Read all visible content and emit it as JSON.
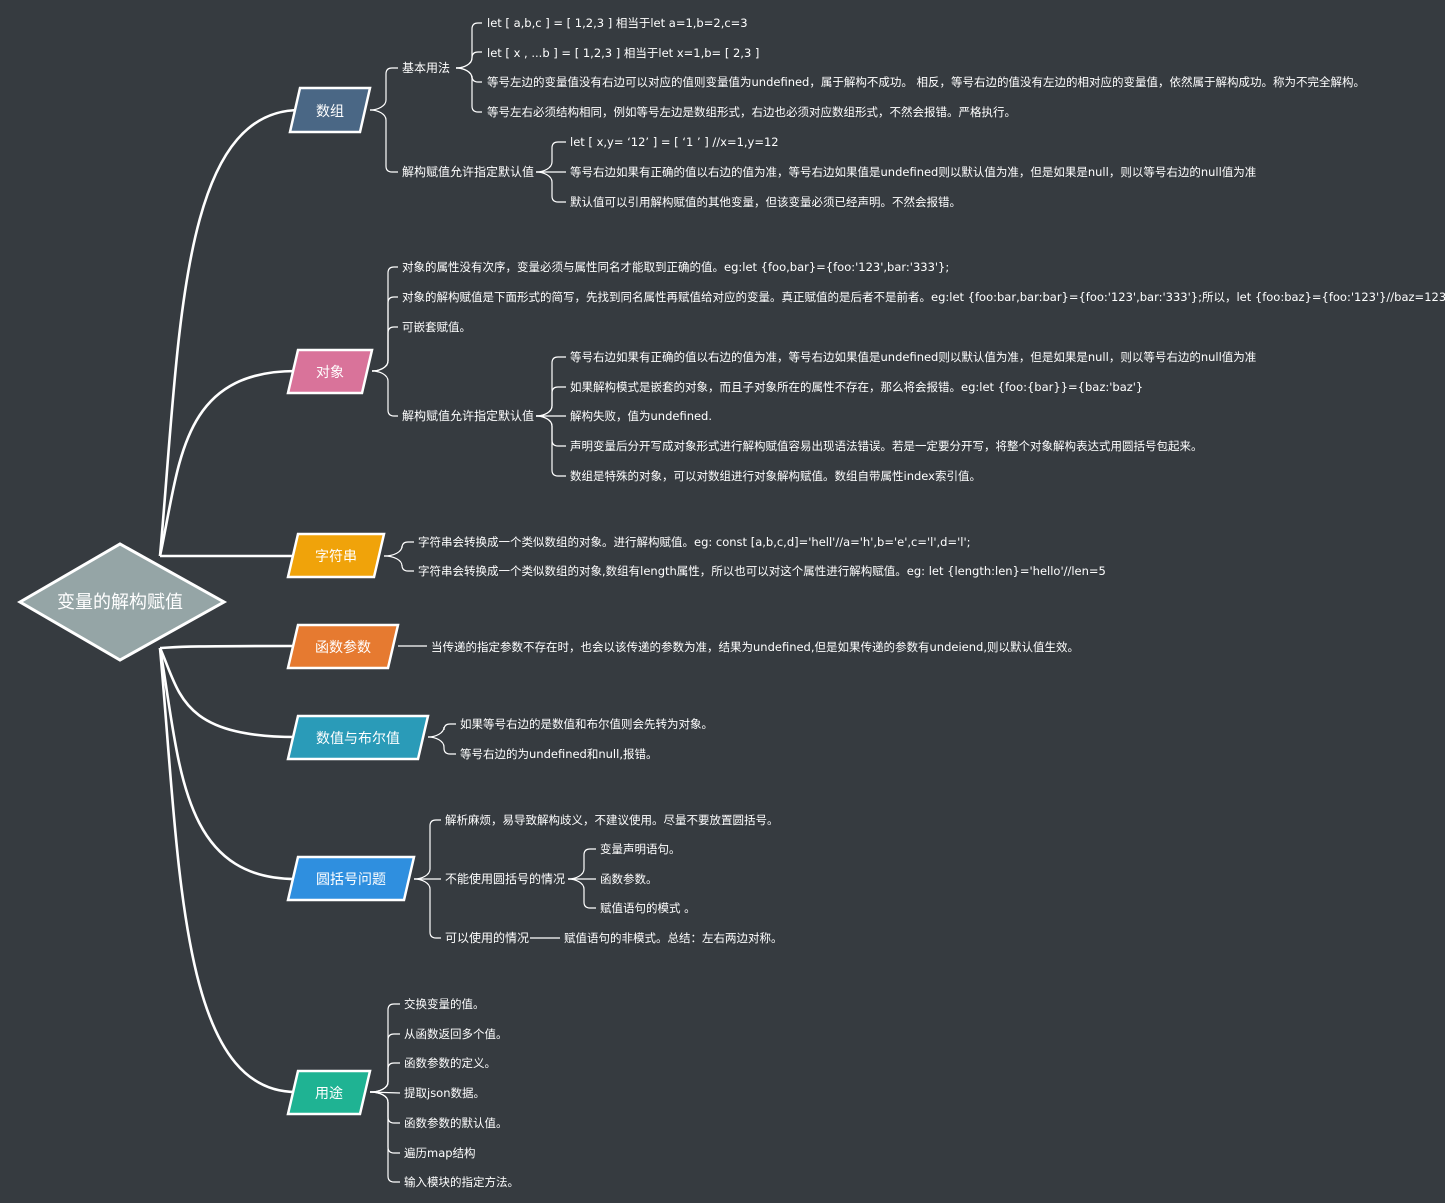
{
  "root": {
    "label": "变量的解构赋值",
    "color": "#95a5a6"
  },
  "branches": [
    {
      "id": "array",
      "label": "数组",
      "color": "#4a6785",
      "groups": [
        {
          "label": "基本用法",
          "items": [
            "let  [ a,b,c ] = [ 1,2,3  ] 相当于let a=1,b=2,c=3",
            "let  [ x , ...b ] = [ 1,2,3  ] 相当于let x=1,b= [ 2,3 ]",
            "等号左边的变量值没有右边可以对应的值则变量值为undefined，属于解构不成功。 相反，等号右边的值没有左边的相对应的变量值，依然属于解构成功。称为不完全解构。",
            "等号左右必须结构相同，例如等号左边是数组形式，右边也必须对应数组形式，不然会报错。严格执行。"
          ]
        },
        {
          "label": "解构赋值允许指定默认值",
          "items": [
            "let  [ x,y=  ‘12’   ] = [   ‘1 ’   ] //x=1,y=12",
            "等号右边如果有正确的值以右边的值为准，等号右边如果值是undefined则以默认值为准，但是如果是null，则以等号右边的null值为准",
            "默认值可以引用解构赋值的其他变量，但该变量必须已经声明。不然会报错。"
          ]
        }
      ]
    },
    {
      "id": "object",
      "label": "对象",
      "color": "#d9739a",
      "items": [
        "对象的属性没有次序，变量必须与属性同名才能取到正确的值。eg:let {foo,bar}={foo:'123',bar:'333'};",
        "对象的解构赋值是下面形式的简写，先找到同名属性再赋值给对应的变量。真正赋值的是后者不是前者。eg:let {foo:bar,bar:bar}={foo:'123',bar:'333'};所以，let {foo:baz}={foo:'123'}//baz=123",
        "可嵌套赋值。"
      ],
      "groups": [
        {
          "label": "解构赋值允许指定默认值",
          "items": [
            "等号右边如果有正确的值以右边的值为准，等号右边如果值是undefined则以默认值为准，但是如果是null，则以等号右边的null值为准",
            "如果解构模式是嵌套的对象，而且子对象所在的属性不存在，那么将会报错。eg:let {foo:{bar}}={baz:'baz'}",
            "解构失败，值为undefined.",
            "声明变量后分开写成对象形式进行解构赋值容易出现语法错误。若是一定要分开写，将整个对象解构表达式用圆括号包起来。",
            "数组是特殊的对象，可以对数组进行对象解构赋值。数组自带属性index索引值。"
          ]
        }
      ]
    },
    {
      "id": "string",
      "label": "字符串",
      "color": "#f0a30a",
      "items": [
        "字符串会转换成一个类似数组的对象。进行解构赋值。eg: const [a,b,c,d]='hell'//a='h',b='e',c='l',d='l';",
        "字符串会转换成一个类似数组的对象,数组有length属性，所以也可以对这个属性进行解构赋值。eg: let {length:len}='hello'//len=5"
      ]
    },
    {
      "id": "function-params",
      "label": "函数参数",
      "color": "#e67a30",
      "items": [
        "当传递的指定参数不存在时，也会以该传递的参数为准，结果为undefined,但是如果传递的参数有undeiend,则以默认值生效。"
      ]
    },
    {
      "id": "number-boolean",
      "label": "数值与布尔值",
      "color": "#2a9bb8",
      "items": [
        "如果等号右边的是数值和布尔值则会先转为对象。",
        "等号右边的为undefined和null,报错。"
      ]
    },
    {
      "id": "parentheses",
      "label": "圆括号问题",
      "color": "#2f8fdf",
      "items": [
        "解析麻烦，易导致解构歧义，不建议使用。尽量不要放置圆括号。"
      ],
      "groups": [
        {
          "label": "不能使用圆括号的情况",
          "items": [
            "变量声明语句。",
            "函数参数。",
            "赋值语句的模式 。"
          ]
        },
        {
          "label": "可以使用的情况",
          "items": [
            "赋值语句的非模式。总结：左右两边对称。"
          ]
        }
      ]
    },
    {
      "id": "usage",
      "label": "用途",
      "color": "#1fb393",
      "items": [
        "交换变量的值。",
        "从函数返回多个值。",
        "函数参数的定义。",
        "提取json数据。",
        "函数参数的默认值。",
        "遍历map结构",
        "输入模块的指定方法。"
      ]
    }
  ]
}
